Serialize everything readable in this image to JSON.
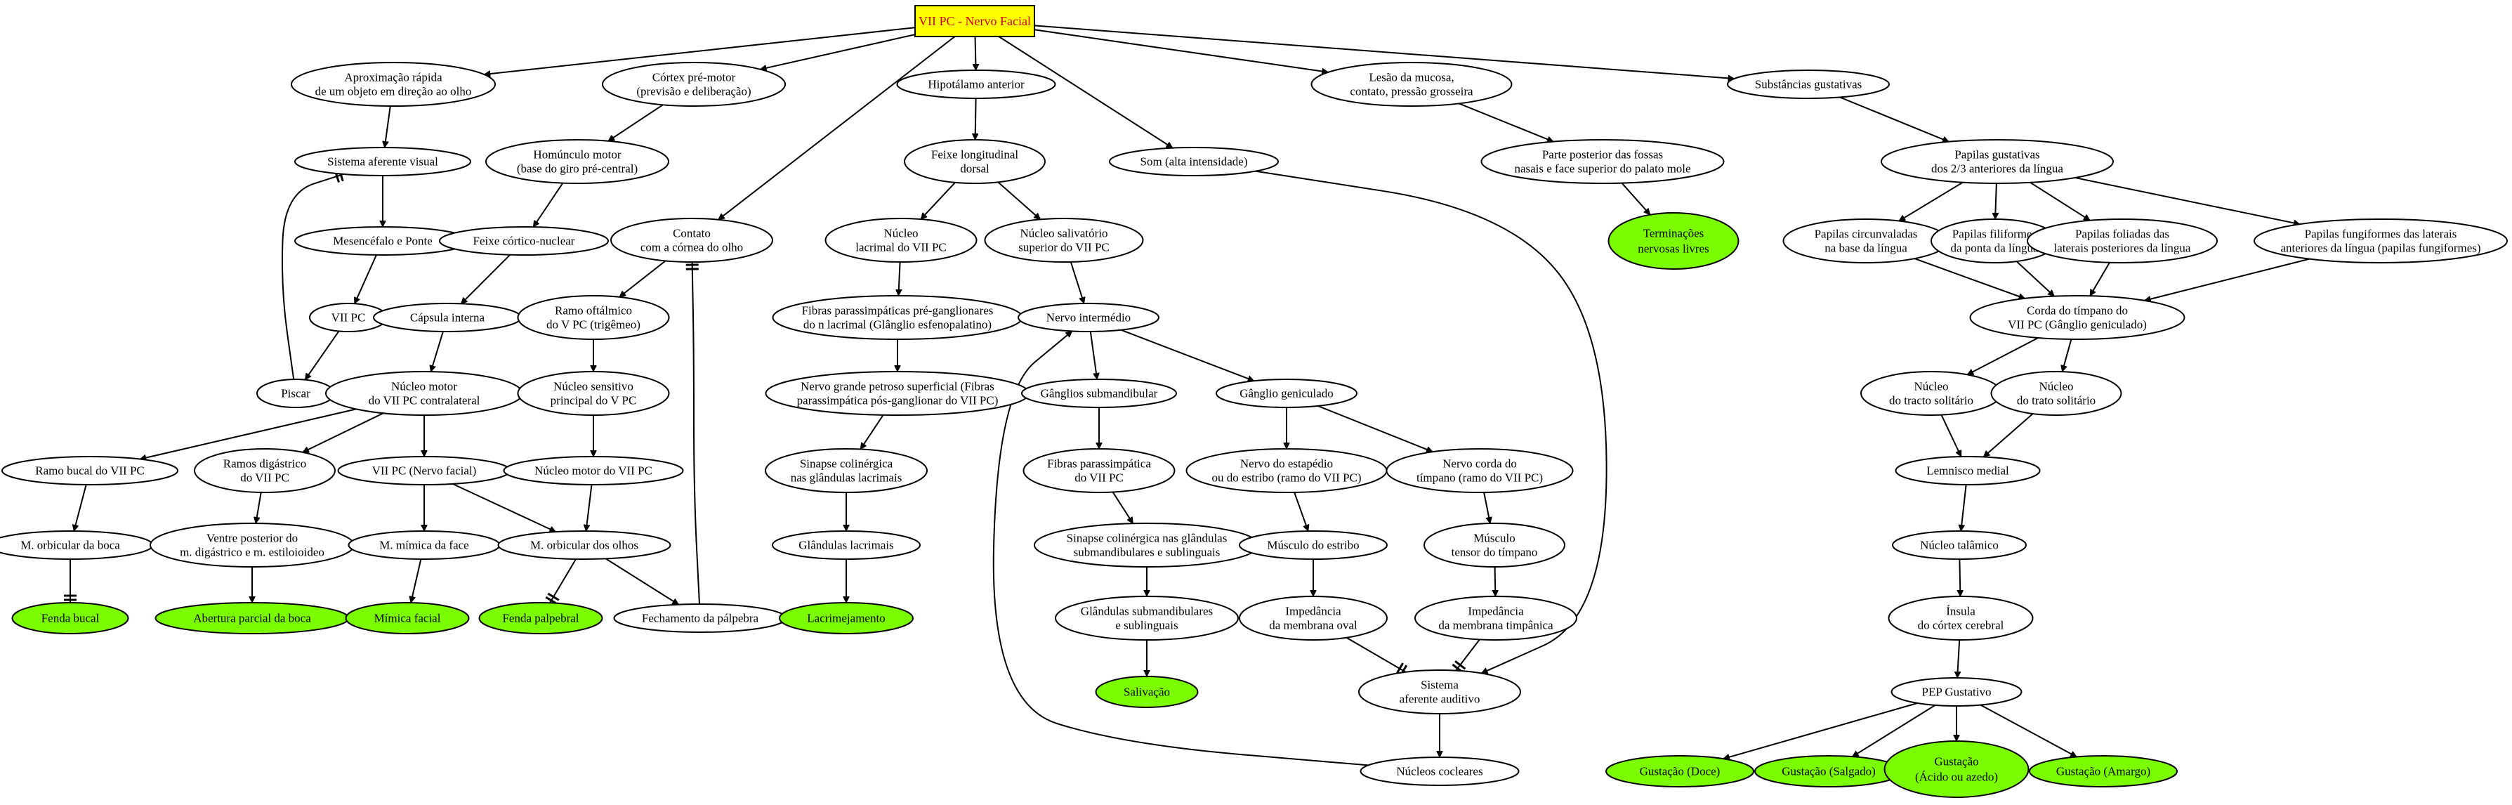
{
  "colors": {
    "title_fill": "#ffff00",
    "title_text": "#cc0000",
    "outcome_fill": "#7cfc00",
    "default_fill": "#ffffff"
  },
  "nodes": {
    "root": "VII PC - Nervo Facial",
    "aprox": [
      "Aproximação rápida",
      "de um objeto em direção ao olho"
    ],
    "sav": [
      "Sistema aferente visual"
    ],
    "mesen": [
      "Mesencéfalo e Ponte"
    ],
    "vii1": [
      "VII PC"
    ],
    "piscar": [
      "Piscar"
    ],
    "cortex_pm": [
      "Córtex pré-motor",
      "(previsão e deliberação)"
    ],
    "homunculo": [
      "Homúnculo motor",
      "(base do giro pré-central)"
    ],
    "feixe_cn": [
      "Feixe córtico-nuclear"
    ],
    "capsula": [
      "Cápsula interna"
    ],
    "nucleo_motor_vii": [
      "Núcleo motor",
      "do VII PC contralateral"
    ],
    "ramo_bucal": [
      "Ramo bucal do VII PC"
    ],
    "m_orb_boca": [
      "M. orbicular da boca"
    ],
    "fenda_bucal": [
      "Fenda bucal"
    ],
    "ramos_dig": [
      "Ramos digástrico",
      "do VII PC"
    ],
    "ventre": [
      "Ventre posterior do",
      "m. digástrico e m. estiloioideo"
    ],
    "abertura": [
      "Abertura parcial da boca"
    ],
    "vii_nervo": [
      "VII PC (Nervo facial)"
    ],
    "m_mimica": [
      "M. mímica da face"
    ],
    "mimica_facial": [
      "Mímica facial"
    ],
    "m_orb_olhos": [
      "M. orbicular dos olhos"
    ],
    "fenda_palp": [
      "Fenda palpebral"
    ],
    "fech_palp": [
      "Fechamento da pálpebra"
    ],
    "contato": [
      "Contato",
      "com a córnea do olho"
    ],
    "ramo_oft": [
      "Ramo oftálmico",
      "do V PC (trigêmeo)"
    ],
    "nuc_sens_v": [
      "Núcleo sensitivo",
      "principal do V PC"
    ],
    "nuc_motor_vii2": [
      "Núcleo motor do VII PC"
    ],
    "hipot": [
      "Hipotálamo anterior"
    ],
    "feixe_long": [
      "Feixe longitudinal",
      "dorsal"
    ],
    "nuc_lacr": [
      "Núcleo",
      "lacrimal do VII PC"
    ],
    "fibras_pre": [
      "Fibras parassimpáticas pré-ganglionares",
      "do n lacrimal (Glânglio esfenopalatino)"
    ],
    "n_grande_pet": [
      "Nervo grande petroso superficial (Fibras",
      "parassimpática pós-ganglionar do VII PC)"
    ],
    "sinapse_lacr": [
      "Sinapse colinérgica",
      "nas glândulas lacrimais"
    ],
    "gland_lacr": [
      "Glândulas lacrimais"
    ],
    "lacrimejamento": [
      "Lacrimejamento"
    ],
    "nuc_saliv": [
      "Núcleo salivatório",
      "superior do VII PC"
    ],
    "n_interm": [
      "Nervo intermédio"
    ],
    "g_subm": [
      "Gânglios submandibular"
    ],
    "fibras_para": [
      "Fibras parassimpática",
      "do VII PC"
    ],
    "sinapse_subm": [
      "Sinapse colinérgica nas glândulas",
      "submandibulares e sublinguais"
    ],
    "gland_subm": [
      "Glândulas submandibulares",
      "e sublinguais"
    ],
    "salivacao": [
      "Salivação"
    ],
    "g_genic": [
      "Gânglio geniculado"
    ],
    "n_estapedio": [
      "Nervo do estapédio",
      "ou do estribo (ramo do VII PC)"
    ],
    "m_estribo": [
      "Músculo do estribo"
    ],
    "imp_oval": [
      "Impedância",
      "da membrana oval"
    ],
    "n_corda": [
      "Nervo corda do",
      "tímpano (ramo do VII PC)"
    ],
    "m_tensor": [
      "Músculo",
      "tensor do tímpano"
    ],
    "imp_timp": [
      "Impedância",
      "da membrana timpânica"
    ],
    "sist_aud": [
      "Sistema",
      "aferente auditivo"
    ],
    "nuc_coc": [
      "Núcleos cocleares"
    ],
    "som": [
      "Som (alta intensidade)"
    ],
    "lesao": [
      "Lesão da mucosa,",
      "contato, pressão grosseira"
    ],
    "parte_post": [
      "Parte posterior das fossas",
      "nasais e face superior do palato mole"
    ],
    "term_livres": [
      "Terminações",
      "nervosas livres"
    ],
    "subst": [
      "Substâncias gustativas"
    ],
    "papilas": [
      "Papilas gustativas",
      "dos 2/3 anteriores da língua"
    ],
    "p_circ": [
      "Papilas circunvaladas",
      "na base da língua"
    ],
    "p_filif": [
      "Papilas filiformes",
      "da ponta da língua"
    ],
    "p_foli": [
      "Papilas foliadas das",
      "laterais posteriores da língua"
    ],
    "p_fung": [
      "Papilas fungiformes das laterais",
      "anteriores da língua (papilas fungiformes)"
    ],
    "corda_timp": [
      "Corda do tímpano do",
      "VII PC (Gânglio geniculado)"
    ],
    "nuc_tracto": [
      "Núcleo",
      "do tracto solitário"
    ],
    "nuc_trato": [
      "Núcleo",
      "do trato solitário"
    ],
    "lemnisco": [
      "Lemnisco medial"
    ],
    "nuc_tal": [
      "Núcleo talâmico"
    ],
    "insula": [
      "Ínsula",
      "do córtex cerebral"
    ],
    "pep": [
      "PEP Gustativo"
    ],
    "doce": [
      "Gustação (Doce)"
    ],
    "salgado": [
      "Gustação (Salgado)"
    ],
    "acido": [
      "Gustação",
      "(Ácido ou azedo)"
    ],
    "amargo": [
      "Gustação (Amargo)"
    ]
  }
}
